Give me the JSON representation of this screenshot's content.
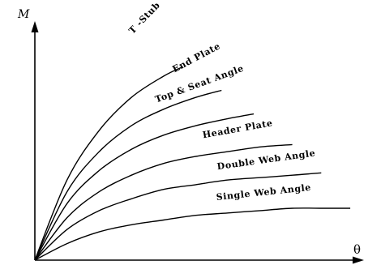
{
  "chart_data": {
    "type": "line",
    "title": "",
    "xlabel": "θ",
    "ylabel": "M",
    "xlim": [
      0,
      1
    ],
    "ylim": [
      0,
      1
    ],
    "grid": false,
    "series": [
      {
        "name": "T -Stub",
        "x": [
          0,
          0.1,
          0.2,
          0.3,
          0.4,
          0.46
        ],
        "y": [
          0,
          0.34,
          0.55,
          0.69,
          0.78,
          0.82
        ]
      },
      {
        "name": "End Plate",
        "x": [
          0,
          0.1,
          0.2,
          0.3,
          0.4,
          0.5,
          0.58
        ],
        "y": [
          0,
          0.29,
          0.46,
          0.57,
          0.64,
          0.69,
          0.72
        ]
      },
      {
        "name": "Top & Seat Angle",
        "x": [
          0,
          0.1,
          0.2,
          0.3,
          0.4,
          0.5,
          0.6,
          0.68
        ],
        "y": [
          0,
          0.24,
          0.38,
          0.47,
          0.53,
          0.57,
          0.6,
          0.62
        ]
      },
      {
        "name": "Header Plate",
        "x": [
          0,
          0.1,
          0.2,
          0.3,
          0.4,
          0.5,
          0.6,
          0.7,
          0.8
        ],
        "y": [
          0,
          0.18,
          0.29,
          0.36,
          0.41,
          0.44,
          0.46,
          0.48,
          0.49
        ]
      },
      {
        "name": "Double Web Angle",
        "x": [
          0,
          0.1,
          0.2,
          0.3,
          0.4,
          0.5,
          0.6,
          0.7,
          0.8,
          0.89
        ],
        "y": [
          0,
          0.13,
          0.21,
          0.26,
          0.3,
          0.32,
          0.34,
          0.35,
          0.36,
          0.37
        ]
      },
      {
        "name": "Single Web Angle",
        "x": [
          0,
          0.1,
          0.2,
          0.3,
          0.4,
          0.5,
          0.6,
          0.7,
          0.8,
          0.9,
          0.98
        ],
        "y": [
          0,
          0.07,
          0.12,
          0.15,
          0.17,
          0.19,
          0.2,
          0.21,
          0.22,
          0.22,
          0.22
        ]
      }
    ]
  }
}
